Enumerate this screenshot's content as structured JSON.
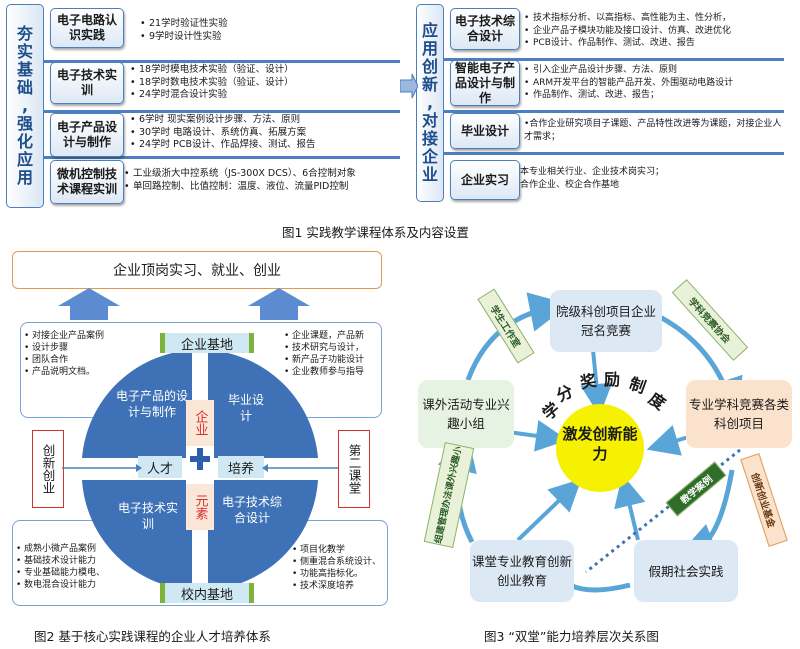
{
  "figure1": {
    "left_title": [
      "夯",
      "实",
      "基",
      "础",
      ",",
      "强",
      "化",
      "应",
      "用"
    ],
    "right_title": [
      "应",
      "用",
      "创",
      "新",
      ",",
      "对",
      "接",
      "企",
      "业"
    ],
    "left_rows": [
      {
        "label": "电子电路认识实践",
        "items": [
          "21学时验证性实验",
          "9学时设计性实验"
        ]
      },
      {
        "label": "电子技术实训",
        "items": [
          "18学时模电技术实验（验证、设计）",
          "18学时数电技术实验（验证、设计）",
          "24学时混合设计实验"
        ]
      },
      {
        "label": "电子产品设计与制作",
        "items": [
          "6学时 现实案例设计步骤、方法、原则",
          "30学时 电路设计、系统仿真、拓展方案",
          "24学时 PCB设计、作品焊接、测试、报告"
        ]
      },
      {
        "label": "微机控制技术课程实训",
        "items": [
          "工业级浙大中控系统（JS-300X DCS）、6合控制对象",
          "单回路控制、比值控制：温度、液位、流量PID控制"
        ]
      }
    ],
    "right_rows": [
      {
        "label": "电子技术综合设计",
        "items": [
          "技术指标分析、以高指标、高性能为主、性分析，",
          "企业产品子模块功能及接口设计、仿真、改进优化",
          "PCB设计、作品制作、测试、改进、报告"
        ]
      },
      {
        "label": "智能电子产品设计与制作",
        "items": [
          "引入企业产品设计步骤、方法、原则",
          "ARM开发平台的智能产品开发、外围驱动电路设计",
          "作品制作、测试、改进、报告；"
        ]
      },
      {
        "label": "毕业设计",
        "items": [
          "合作企业研究项目子课题、产品特性改进等为课题，对接企业人才需求；"
        ]
      },
      {
        "label": "企业实习",
        "items": [
          "本专业相关行业、企业技术岗实习；",
          "合作企业、校企合作基地"
        ]
      }
    ],
    "caption": "图1   实践教学课程体系及内容设置"
  },
  "figure2": {
    "top_banner": "企业顶岗实习、就业、创业",
    "base_top": "企业基地",
    "base_bottom": "校内基地",
    "quadrants": [
      "电子产品的设计与制作",
      "毕业设计",
      "电子技术实训",
      "电子技术综合设计"
    ],
    "center_top": "企业",
    "center_bottom": "元素",
    "center_left": "人才",
    "center_right": "培养",
    "left_side": "创新创业",
    "right_side": "第二课堂",
    "list_top_left": [
      "对接企业产品案例",
      "设计步骤",
      "团队合作",
      "产品说明文档。"
    ],
    "list_top_right": [
      "企业课题，产品新",
      "技术研究与设计，",
      "新产品子功能设计",
      "企业教师参与指导"
    ],
    "list_bottom_left": [
      "成熟小微产品案例",
      "基础技术设计能力",
      "专业基础能力模电、",
      "数电混合设计能力"
    ],
    "list_bottom_right": [
      "项目化教学",
      "侧重混合系统设计、",
      "功能高指标化。",
      "技术深度培养"
    ],
    "caption": "图2  基于核心实践课程的企业人才培养体系"
  },
  "figure3": {
    "center": "激发创新能力",
    "arc_text": [
      "学",
      "分",
      "奖",
      "励",
      "制",
      "度"
    ],
    "nodes": {
      "top": "院级科创项目企业冠名竞赛",
      "right": "专业学科竞赛各类科创项目",
      "bottom_right": "假期社会实践",
      "bottom_left": "课堂专业教育创新创业教育",
      "left": "课外活动专业兴趣小组"
    },
    "tags": [
      "学生工作室",
      "学科竞赛协会",
      "创新创业基金",
      "教学案例",
      "组建管理办法课外兴趣小"
    ],
    "caption": "图3  “双堂”能力培养层次关系图"
  },
  "colors": {
    "accent": "#4d7fbf",
    "quad": "#3f71b6",
    "red": "#d6302c",
    "green": "#7db33a",
    "yellow": "#f5f100"
  }
}
